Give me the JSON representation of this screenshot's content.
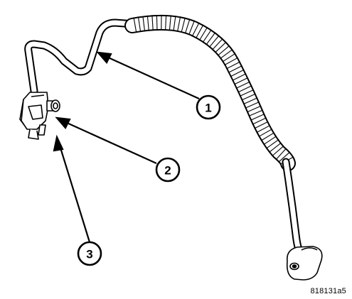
{
  "callouts": [
    {
      "number": "1"
    },
    {
      "number": "2"
    },
    {
      "number": "3"
    }
  ],
  "figure_code": "818131a5",
  "colors": {
    "line": "#000000",
    "background": "#ffffff",
    "fill": "#ffffff"
  }
}
